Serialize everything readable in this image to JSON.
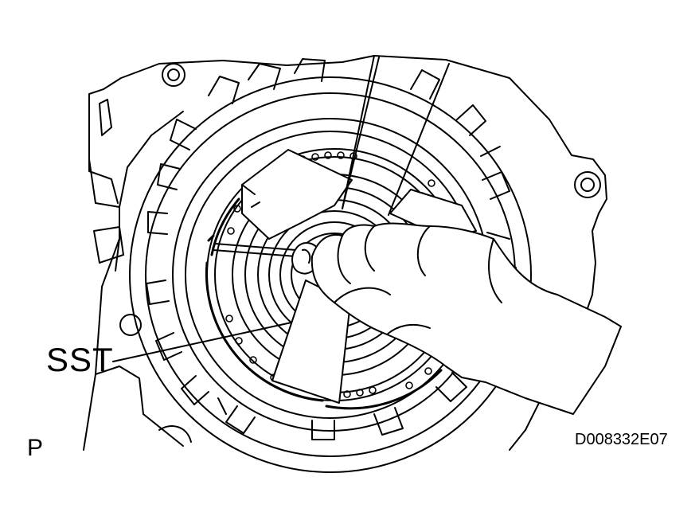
{
  "labels": {
    "tool": "SST",
    "view": "P",
    "drawing_code": "D008332E07"
  },
  "colors": {
    "ink": "#000000",
    "paper": "#ffffff"
  }
}
